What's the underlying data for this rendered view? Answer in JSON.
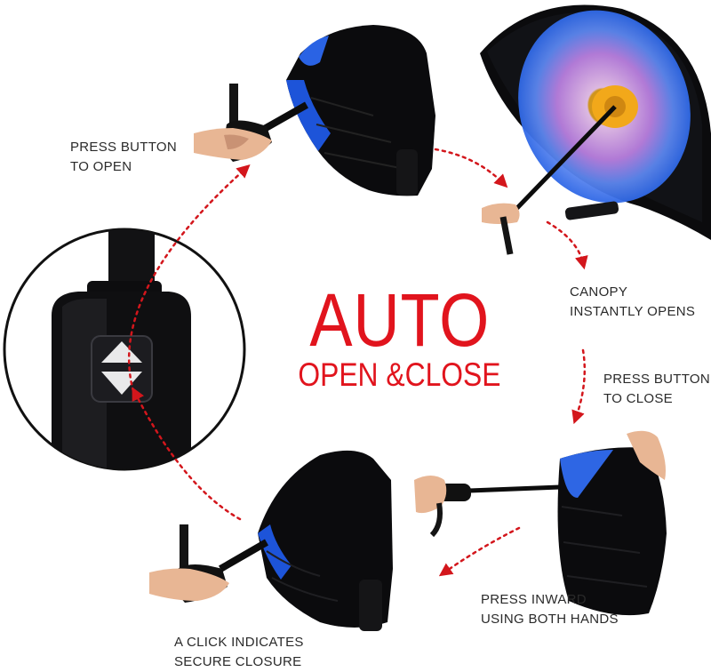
{
  "title": {
    "main": "AUTO",
    "sub": "OPEN &CLOSE"
  },
  "steps": [
    {
      "line1": "PRESS BUTTON",
      "line2": "TO OPEN"
    },
    {
      "line1": "CANOPY",
      "line2": "INSTANTLY OPENS"
    },
    {
      "line1": "PRESS BUTTON",
      "line2": "TO CLOSE"
    },
    {
      "line1": "PRESS INWARD",
      "line2": "USING BOTH HANDS"
    },
    {
      "line1": "A CLICK  INDICATES",
      "line2": "SECURE CLOSURE"
    }
  ],
  "colors": {
    "accent": "#e1141d",
    "arrow": "#d3161c",
    "canopy": "#0b0b0d",
    "petal_blue": "#2f68e6",
    "petal_purple": "#b97fe0",
    "flower_center": "#f2a81a",
    "skin": "#e8b694"
  },
  "icons": [
    "open-close-button-icon",
    "arrow-up-icon",
    "arrow-down-icon"
  ]
}
